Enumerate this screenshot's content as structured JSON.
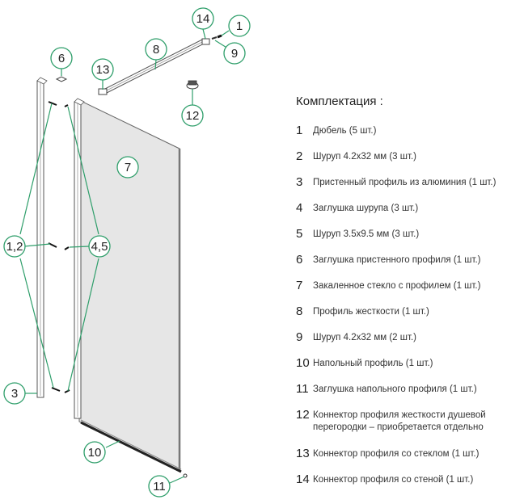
{
  "colors": {
    "callout_stroke": "#2e9e6a",
    "leader_line": "#2e9e6a",
    "glass_fill": "#e8e8e8",
    "profile_stroke": "#555555"
  },
  "diagram": {
    "callouts": [
      {
        "id": "c14",
        "label": "14"
      },
      {
        "id": "c1",
        "label": "1"
      },
      {
        "id": "c9",
        "label": "9"
      },
      {
        "id": "c8",
        "label": "8"
      },
      {
        "id": "c6",
        "label": "6"
      },
      {
        "id": "c13",
        "label": "13"
      },
      {
        "id": "c12",
        "label": "12"
      },
      {
        "id": "c7",
        "label": "7"
      },
      {
        "id": "c12x",
        "label": "1,2"
      },
      {
        "id": "c45",
        "label": "4,5"
      },
      {
        "id": "c3",
        "label": "3"
      },
      {
        "id": "c10",
        "label": "10"
      },
      {
        "id": "c11",
        "label": "11"
      }
    ]
  },
  "legend": {
    "title": "Комплектация :",
    "items": [
      {
        "num": "1",
        "label": "Дюбель (5 шт.)"
      },
      {
        "num": "2",
        "label": "Шуруп 4.2х32 мм (3 шт.)"
      },
      {
        "num": "3",
        "label": "Пристенный профиль из алюминия (1 шт.)"
      },
      {
        "num": "4",
        "label": "Заглушка шурупа (3 шт.)"
      },
      {
        "num": "5",
        "label": "Шуруп 3.5х9.5 мм (3 шт.)"
      },
      {
        "num": "6",
        "label": "Заглушка пристенного профиля (1 шт.)"
      },
      {
        "num": "7",
        "label": "Закаленное стекло с профилем (1 шт.)"
      },
      {
        "num": "8",
        "label": "Профиль жесткости (1 шт.)"
      },
      {
        "num": "9",
        "label": "Шуруп 4.2х32 мм (2 шт.)"
      },
      {
        "num": "10",
        "label": "Напольный профиль (1 шт.)"
      },
      {
        "num": "11",
        "label": "Заглушка напольного профиля (1 шт.)"
      },
      {
        "num": "12",
        "label": "Коннектор профиля жесткости душевой перегородки – приобретается отдельно"
      },
      {
        "num": "13",
        "label": "Коннектор профиля со стеклом (1 шт.)"
      },
      {
        "num": "14",
        "label": "Коннектор профиля со стеной (1 шт.)"
      }
    ]
  }
}
